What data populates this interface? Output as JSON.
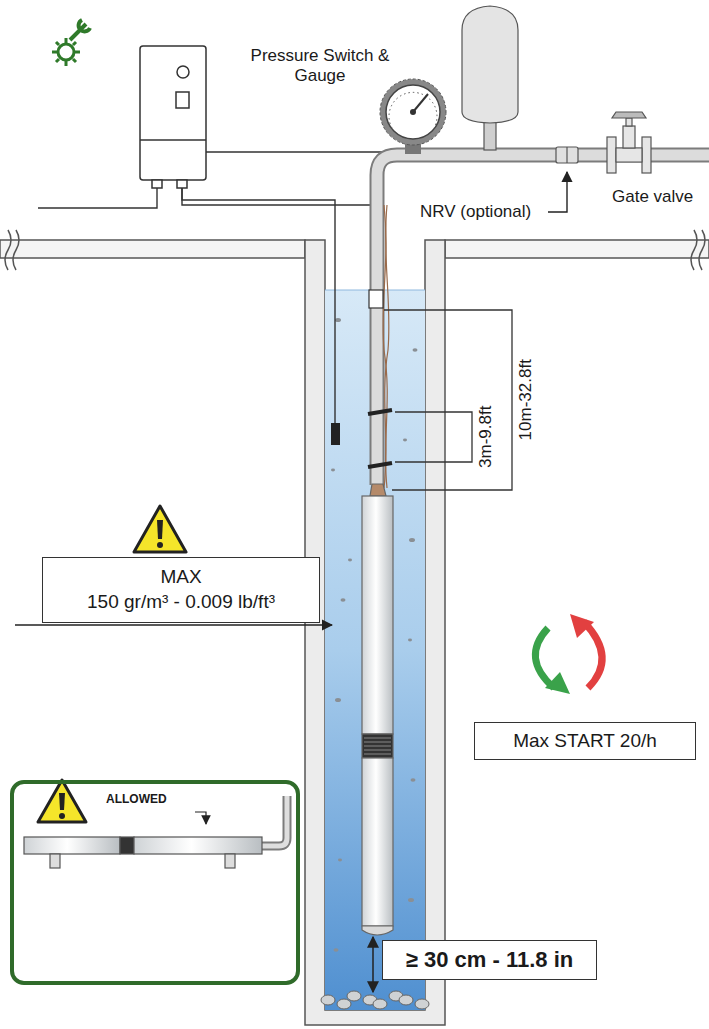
{
  "diagram": {
    "nodes": [
      {
        "text": [
          "MAX",
          "150 gr/m³ - 0.009 lb/ft³"
        ]
      },
      {
        "text": [
          "Max START 20/h"
        ]
      },
      {
        "text": [
          "ALLOWED"
        ]
      },
      {
        "text": [
          "≥ 30 cm - 11.8 in"
        ]
      }
    ],
    "labels": [
      "Pressure Switch & Gauge",
      "Gate valve",
      "NRV (optional)",
      "3m-9.8ft",
      "10m-32.8ft"
    ]
  }
}
